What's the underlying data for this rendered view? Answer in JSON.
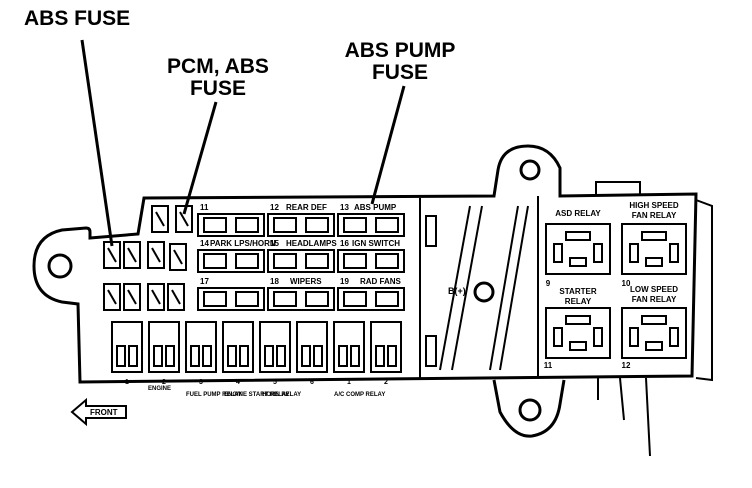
{
  "callouts": {
    "abs_fuse": "ABS FUSE",
    "pcm_abs_fuse_line1": "PCM, ABS",
    "pcm_abs_fuse_line2": "FUSE",
    "abs_pump_fuse_line1": "ABS PUMP",
    "abs_pump_fuse_line2": "FUSE"
  },
  "front_arrow": "FRONT",
  "fuse_labels": {
    "rear_def": "REAR DEF",
    "abs_pump": "ABS PUMP",
    "park_lps": "PARK LPS/HORN",
    "headlamps": "HEADLAMPS",
    "ign_switch": "IGN SWITCH",
    "wipers": "WIPERS",
    "rad_fans": "RAD FANS"
  },
  "slot_numbers": [
    "11",
    "12",
    "13",
    "14",
    "15",
    "16",
    "17",
    "18",
    "19"
  ],
  "bottom_numbers": [
    "1",
    "2",
    "3",
    "4",
    "5",
    "6",
    "1",
    "2"
  ],
  "bottom_relay_labels": [
    "ENGINE",
    "FUEL PUMP RELAY",
    "ENGINE START RELAY",
    "HORN RELAY",
    "A/C COMP RELAY"
  ],
  "center_label": "B(+)",
  "relays": {
    "asd": "ASD RELAY",
    "high_speed_line1": "HIGH SPEED",
    "high_speed_line2": "FAN RELAY",
    "starter_line1": "STARTER",
    "starter_line2": "RELAY",
    "low_speed_line1": "LOW SPEED",
    "low_speed_line2": "FAN RELAY",
    "numbers": [
      "9",
      "10",
      "11",
      "12"
    ]
  }
}
